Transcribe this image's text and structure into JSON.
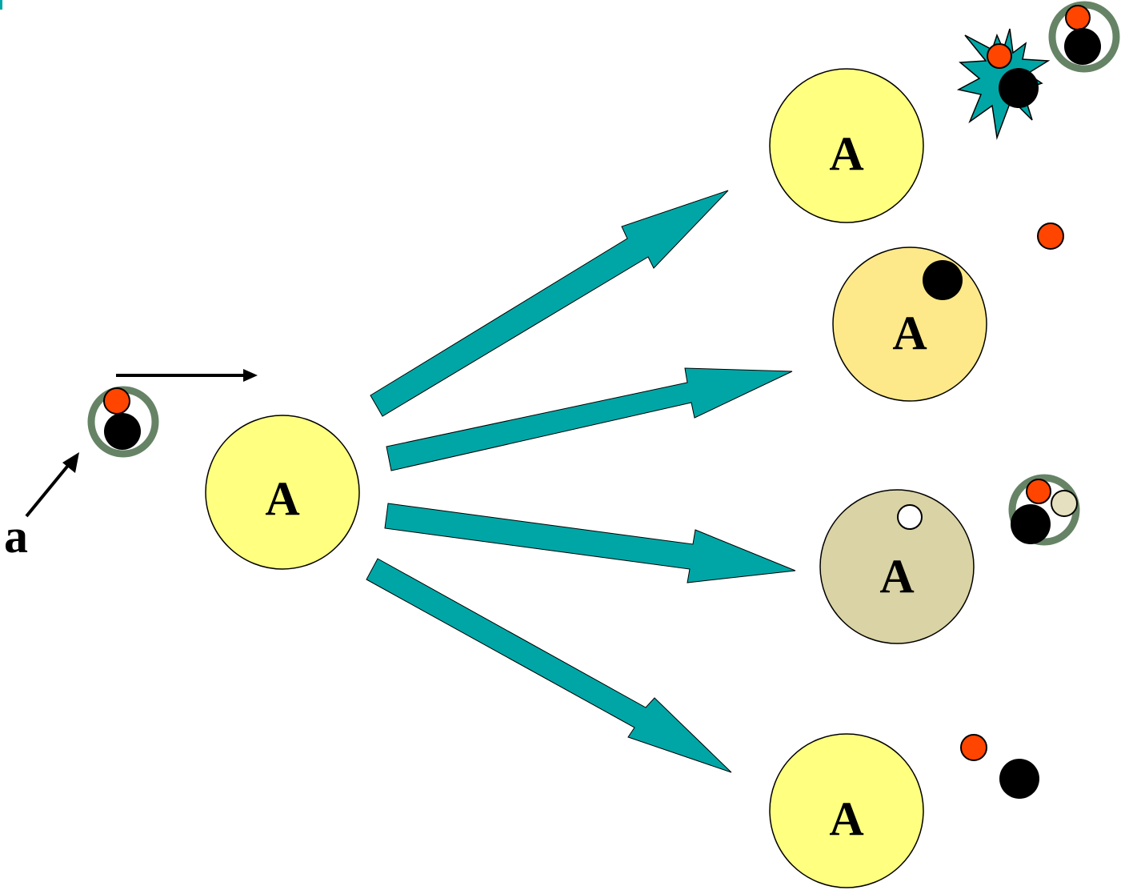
{
  "labels": {
    "projectile": "a",
    "target": "A",
    "product_1": "A",
    "product_2": "A",
    "product_3": "A",
    "product_4": "A"
  },
  "colors": {
    "background": "#ffffff",
    "nucleus_yellow": "#ffff80",
    "nucleus_pale": "#fde98a",
    "nucleus_tan": "#d9d3a5",
    "reaction_arrow": "#00a6a6",
    "ring": "#668366",
    "proton": "#ff4500",
    "neutron": "#000000",
    "light_particle": "#e5e0bf",
    "burst": "#00a6a6"
  },
  "icons": {
    "projectile": "ringed-nucleon-pair",
    "burst": "star-burst",
    "outgoing_pair": "ringed-nucleon-pair"
  }
}
